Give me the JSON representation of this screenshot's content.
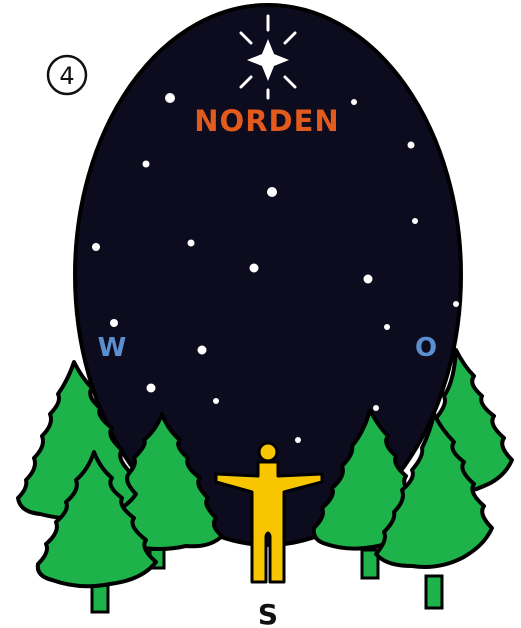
{
  "step_number": "4",
  "labels": {
    "north": "NORDEN",
    "west": "W",
    "east": "O",
    "south": "S"
  },
  "colors": {
    "sky": "#0d0b1e",
    "outline": "#000000",
    "tree": "#1eb24a",
    "person": "#f7c600",
    "north_label": "#e25a1c",
    "west_east_label": "#5b8fd0",
    "south_label": "#111111",
    "star": "#ffffff"
  },
  "icons": {
    "north_star": "four-point-star-icon",
    "person": "person-arms-outstretched-icon",
    "trees": "fir-tree-icon"
  }
}
